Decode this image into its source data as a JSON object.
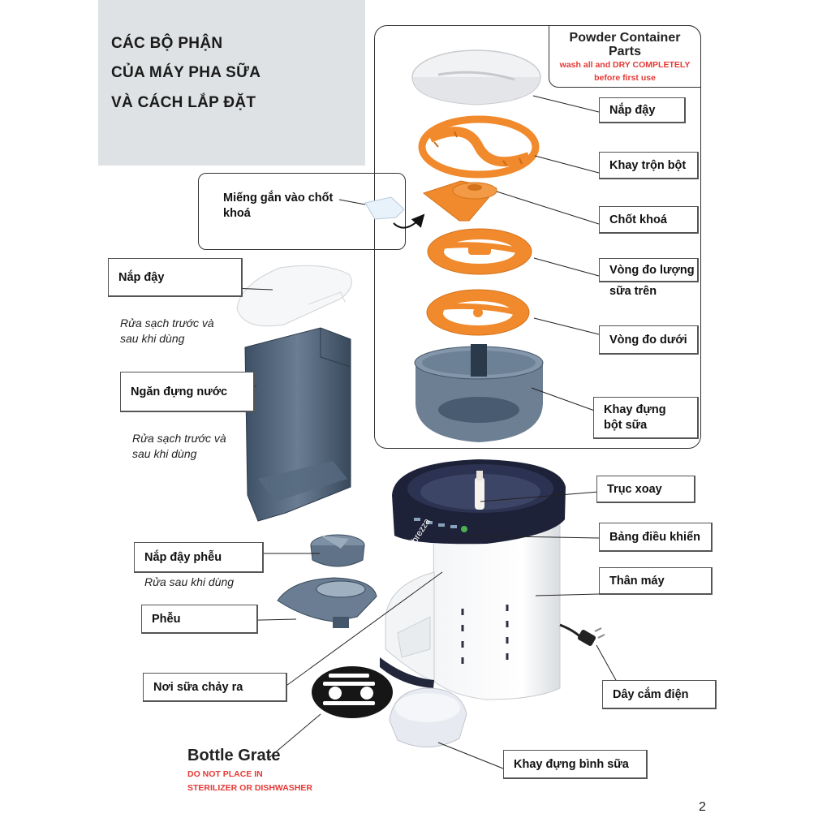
{
  "title": {
    "line1": "CÁC BỘ PHẬN",
    "line2": "CỦA MÁY PHA SỮA",
    "line3": "VÀ CÁCH LẮP ĐẶT"
  },
  "powder_container": {
    "title_line1": "Powder Container",
    "title_line2": "Parts",
    "note_line1": "wash all and DRY COMPLETELY",
    "note_line2": "before first use"
  },
  "right_labels": {
    "lid": "Nắp đậy",
    "mixing_tray": "Khay trộn bột",
    "lock_pin": "Chốt khoá",
    "upper_ring_line1": "Vòng đo lượng",
    "upper_ring_line2": "sữa trên",
    "lower_ring": "Vòng đo dưới",
    "powder_tray_line1": "Khay đựng",
    "powder_tray_line2": "bột sữa",
    "shaft": "Trục xoay",
    "control_panel": "Bảng điều khiển",
    "body": "Thân máy",
    "power_cord": "Dây cắm điện",
    "bottle_tray": "Khay đựng bình sữa"
  },
  "left_labels": {
    "latch_piece_line1": "Miếng gắn vào chốt",
    "latch_piece_line2": "khoá",
    "tank_lid": "Nắp đậy",
    "tank_lid_note_line1": "Rửa sạch trước và",
    "tank_lid_note_line2": "sau khi dùng",
    "water_tank": "Ngăn đựng nước",
    "water_tank_note_line1": "Rửa sạch trước và",
    "water_tank_note_line2": "sau khi dùng",
    "funnel_lid": "Nắp đậy phễu",
    "funnel_lid_note": "Rửa sau khi dùng",
    "funnel": "Phễu",
    "milk_outlet": "Nơi sữa chảy ra"
  },
  "bottle_grate": {
    "title": "Bottle Grate",
    "note_line1": "DO NOT PLACE IN",
    "note_line2": "STERILIZER OR DISHWASHER"
  },
  "brand": "babybrezza",
  "page_number": "2",
  "colors": {
    "orange": "#f08a2c",
    "navy": "#1e2238",
    "red": "#e53935",
    "tank_blue": "#4d6075",
    "title_bg": "#dfe2e4"
  }
}
